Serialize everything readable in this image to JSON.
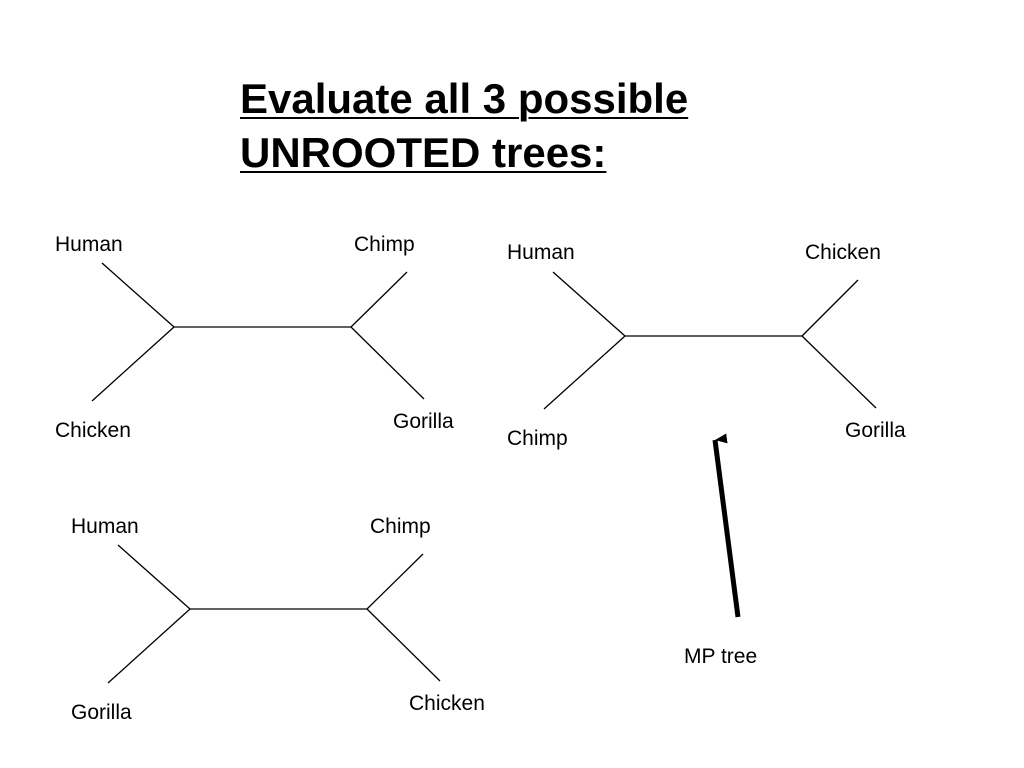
{
  "title": {
    "line1": "Evaluate all 3 possible",
    "line2": "UNROOTED trees:"
  },
  "trees": [
    {
      "top_left": "Human",
      "top_right": "Chimp",
      "bottom_left": "Chicken",
      "bottom_right": "Gorilla"
    },
    {
      "top_left": "Human",
      "top_right": "Chicken",
      "bottom_left": "Chimp",
      "bottom_right": "Gorilla"
    },
    {
      "top_left": "Human",
      "top_right": "Chimp",
      "bottom_left": "Gorilla",
      "bottom_right": "Chicken"
    }
  ],
  "annotation": {
    "label": "MP tree"
  }
}
